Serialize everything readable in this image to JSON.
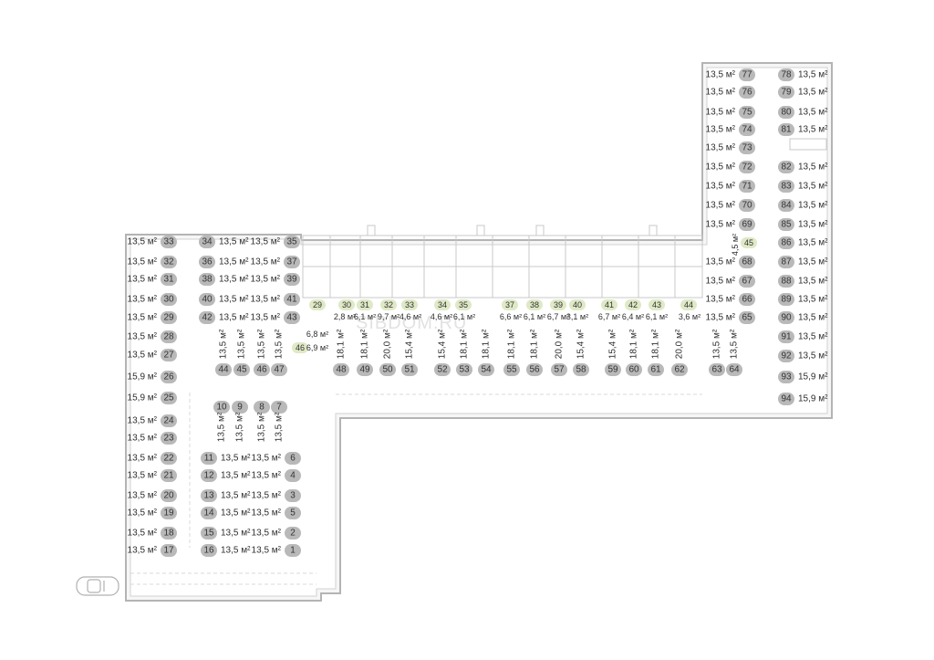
{
  "watermark": "SIBDOM.RU",
  "unit": "м²",
  "colors": {
    "pill_parking": "#b9b9b9",
    "pill_storage": "#dfe9c6",
    "wall": "#b4b4b4"
  },
  "spots": [
    {
      "n": "1",
      "a": "13,5"
    },
    {
      "n": "2",
      "a": "13,5"
    },
    {
      "n": "3",
      "a": "13,5"
    },
    {
      "n": "4",
      "a": "13,5"
    },
    {
      "n": "5",
      "a": "13,5"
    },
    {
      "n": "6",
      "a": "13,5"
    },
    {
      "n": "7",
      "a": "13,5"
    },
    {
      "n": "8",
      "a": "13,5"
    },
    {
      "n": "9",
      "a": "13,5"
    },
    {
      "n": "10",
      "a": "13,5"
    },
    {
      "n": "11",
      "a": "13,5"
    },
    {
      "n": "12",
      "a": "13,5"
    },
    {
      "n": "13",
      "a": "13,5"
    },
    {
      "n": "14",
      "a": "13,5"
    },
    {
      "n": "15",
      "a": "13,5"
    },
    {
      "n": "16",
      "a": "13,5"
    },
    {
      "n": "17",
      "a": "13,5"
    },
    {
      "n": "18",
      "a": "13,5"
    },
    {
      "n": "19",
      "a": "13,5"
    },
    {
      "n": "20",
      "a": "13,5"
    },
    {
      "n": "21",
      "a": "13,5"
    },
    {
      "n": "22",
      "a": "13,5"
    },
    {
      "n": "23",
      "a": "13,5"
    },
    {
      "n": "24",
      "a": "13,5"
    },
    {
      "n": "25",
      "a": "15,9"
    },
    {
      "n": "26",
      "a": "15,9"
    },
    {
      "n": "27",
      "a": "13,5"
    },
    {
      "n": "28",
      "a": "13,5"
    },
    {
      "n": "29",
      "a": "13,5"
    },
    {
      "n": "30",
      "a": "13,5"
    },
    {
      "n": "31",
      "a": "13,5"
    },
    {
      "n": "32",
      "a": "13,5"
    },
    {
      "n": "33",
      "a": "13,5"
    },
    {
      "n": "34",
      "a": "13,5"
    },
    {
      "n": "35",
      "a": "13,5"
    },
    {
      "n": "36",
      "a": "13,5"
    },
    {
      "n": "37",
      "a": "13,5"
    },
    {
      "n": "38",
      "a": "13,5"
    },
    {
      "n": "39",
      "a": "13,5"
    },
    {
      "n": "40",
      "a": "13,5"
    },
    {
      "n": "41",
      "a": "13,5"
    },
    {
      "n": "42",
      "a": "13,5"
    },
    {
      "n": "43",
      "a": "13,5"
    },
    {
      "n": "44",
      "a": "13,5"
    },
    {
      "n": "45",
      "a": "13,5"
    },
    {
      "n": "46",
      "a": "13,5"
    },
    {
      "n": "47",
      "a": "13,5"
    },
    {
      "n": "48",
      "a": "18,1"
    },
    {
      "n": "49",
      "a": "18,1"
    },
    {
      "n": "50",
      "a": "20,0"
    },
    {
      "n": "51",
      "a": "15,4"
    },
    {
      "n": "52",
      "a": "15,4"
    },
    {
      "n": "53",
      "a": "18,1"
    },
    {
      "n": "54",
      "a": "18,1"
    },
    {
      "n": "55",
      "a": "18,1"
    },
    {
      "n": "56",
      "a": "18,1"
    },
    {
      "n": "57",
      "a": "20,0"
    },
    {
      "n": "58",
      "a": "15,4"
    },
    {
      "n": "59",
      "a": "15,4"
    },
    {
      "n": "60",
      "a": "18,1"
    },
    {
      "n": "61",
      "a": "18,1"
    },
    {
      "n": "62",
      "a": "20,0"
    },
    {
      "n": "63",
      "a": "13,5"
    },
    {
      "n": "64",
      "a": "13,5"
    },
    {
      "n": "65",
      "a": "13,5"
    },
    {
      "n": "66",
      "a": "13,5"
    },
    {
      "n": "67",
      "a": "13,5"
    },
    {
      "n": "68",
      "a": "13,5"
    },
    {
      "n": "69",
      "a": "13,5"
    },
    {
      "n": "70",
      "a": "13,5"
    },
    {
      "n": "71",
      "a": "13,5"
    },
    {
      "n": "72",
      "a": "13,5"
    },
    {
      "n": "73",
      "a": "13,5"
    },
    {
      "n": "74",
      "a": "13,5"
    },
    {
      "n": "75",
      "a": "13,5"
    },
    {
      "n": "76",
      "a": "13,5"
    },
    {
      "n": "77",
      "a": "13,5"
    },
    {
      "n": "78",
      "a": "13,5"
    },
    {
      "n": "79",
      "a": "13,5"
    },
    {
      "n": "80",
      "a": "13,5"
    },
    {
      "n": "81",
      "a": "13,5"
    },
    {
      "n": "82",
      "a": "13,5"
    },
    {
      "n": "83",
      "a": "13,5"
    },
    {
      "n": "84",
      "a": "13,5"
    },
    {
      "n": "85",
      "a": "13,5"
    },
    {
      "n": "86",
      "a": "13,5"
    },
    {
      "n": "87",
      "a": "13,5"
    },
    {
      "n": "88",
      "a": "13,5"
    },
    {
      "n": "89",
      "a": "13,5"
    },
    {
      "n": "90",
      "a": "13,5"
    },
    {
      "n": "91",
      "a": "13,5"
    },
    {
      "n": "92",
      "a": "13,5"
    },
    {
      "n": "93",
      "a": "15,9"
    },
    {
      "n": "94",
      "a": "15,9"
    }
  ],
  "storage": [
    {
      "n": "29",
      "a": "6,8"
    },
    {
      "n": "46",
      "a": "6,9"
    },
    {
      "n": "30",
      "a": "2,8"
    },
    {
      "n": "31",
      "a": "6,1"
    },
    {
      "n": "32",
      "a": "9,7"
    },
    {
      "n": "33",
      "a": "4,6"
    },
    {
      "n": "34",
      "a": "4,6"
    },
    {
      "n": "35",
      "a": "6,1"
    },
    {
      "n": "37",
      "a": "6,6"
    },
    {
      "n": "38",
      "a": "6,1"
    },
    {
      "n": "39",
      "a": "6,7"
    },
    {
      "n": "40",
      "a": "3,1"
    },
    {
      "n": "41",
      "a": "6,7"
    },
    {
      "n": "42",
      "a": "6,4"
    },
    {
      "n": "43",
      "a": "6,1"
    },
    {
      "n": "44",
      "a": "3,6"
    },
    {
      "n": "45",
      "a": "4,5"
    }
  ]
}
